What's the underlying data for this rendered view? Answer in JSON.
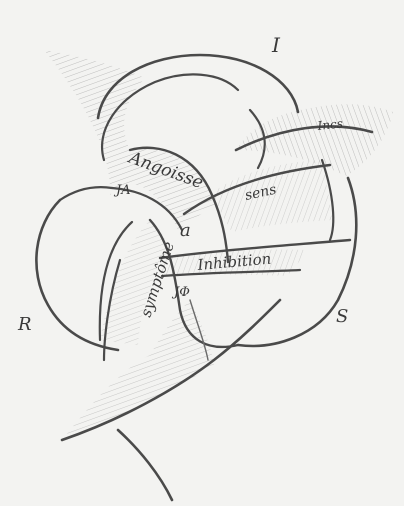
{
  "labels": {
    "real": "R",
    "imaginary": "I",
    "symbolic": "S",
    "anxiety": "Angoisse",
    "inhibition": "Inhibition",
    "symptom": "symptôme",
    "meaning": "sens",
    "unconscious": "Incs",
    "phallic_jouissance": "JΦ",
    "other_jouissance": "JA",
    "object_a": "a"
  },
  "colors": {
    "paper": "#f3f3f1",
    "pencil": "#4a4a4a",
    "hatching": "#9a9a9a"
  }
}
